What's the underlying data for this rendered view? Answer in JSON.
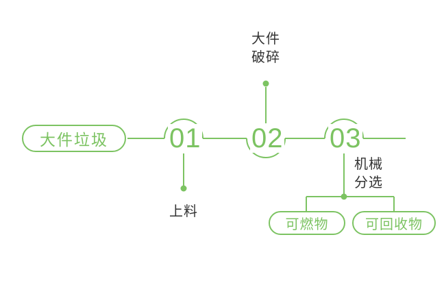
{
  "colors": {
    "green": "#7cc362",
    "label": "#333333",
    "background": "#ffffff"
  },
  "source_node": {
    "label": "大件垃圾"
  },
  "steps": [
    {
      "number": "01",
      "label_lines": [
        "上料"
      ]
    },
    {
      "number": "02",
      "label_lines": [
        "大件",
        "破碎"
      ]
    },
    {
      "number": "03",
      "label_lines": [
        "机械",
        "分选"
      ]
    }
  ],
  "outputs": [
    {
      "label": "可燃物"
    },
    {
      "label": "可回收物"
    }
  ]
}
